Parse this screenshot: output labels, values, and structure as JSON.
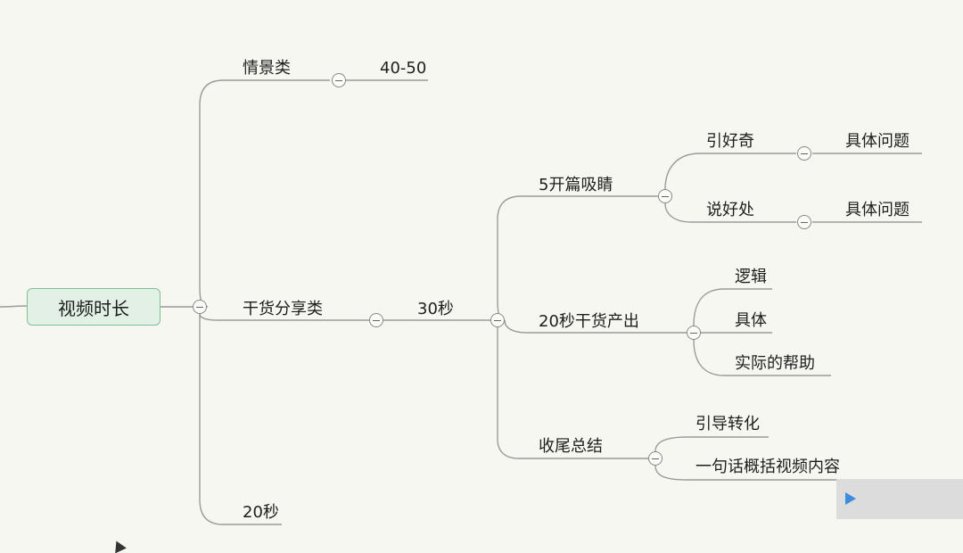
{
  "root": {
    "label": "视频时长"
  },
  "branches": {
    "scene": {
      "label": "情景类",
      "child": "40-50"
    },
    "dry": {
      "label": "干货分享类",
      "child": "30秒",
      "open": {
        "label": "5开篇吸睛",
        "curiosity": {
          "label": "引好奇",
          "child": "具体问题"
        },
        "benefit": {
          "label": "说好处",
          "child": "具体问题"
        }
      },
      "body": {
        "label": "20秒干货产出",
        "items": [
          "逻辑",
          "具体",
          "实际的帮助"
        ]
      },
      "close": {
        "label": "收尾总结",
        "items": [
          "引导转化",
          "一句话概括视频内容"
        ]
      }
    },
    "twenty": {
      "label": "20秒"
    }
  },
  "colors": {
    "line": "#999999",
    "root_border": "#7fbf93",
    "root_fill": "#e2f0e6",
    "play": "#3a8de0"
  },
  "icons": {
    "toggle": "collapse-minus-icon",
    "player": "play-icon",
    "pointer": "mouse-cursor-icon"
  }
}
